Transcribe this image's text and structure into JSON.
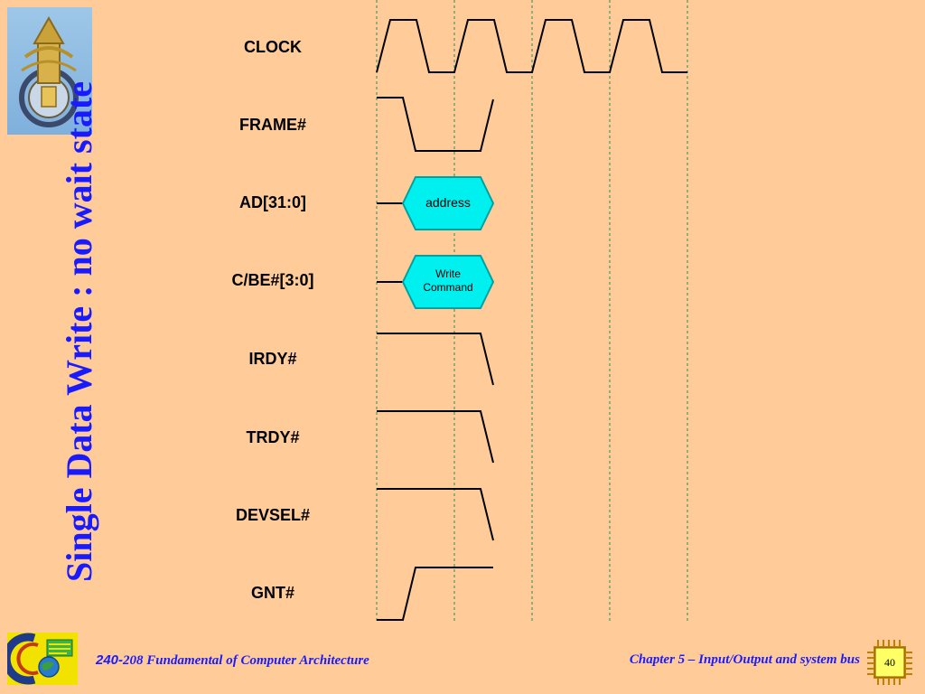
{
  "slide": {
    "title": "Single Data Write : no wait state",
    "page_number": "40"
  },
  "footer": {
    "course_number": "240-",
    "course_name": "208 Fundamental of Computer Architecture",
    "chapter": "Chapter 5 – Input/Output and system bus"
  },
  "signals": [
    {
      "name": "CLOCK"
    },
    {
      "name": "FRAME#"
    },
    {
      "name": "AD[31:0]",
      "bus_value": "address"
    },
    {
      "name": "C/BE#[3:0]",
      "bus_value_line1": "Write",
      "bus_value_line2": "Command"
    },
    {
      "name": "IRDY#"
    },
    {
      "name": "TRDY#"
    },
    {
      "name": "DEVSEL#"
    },
    {
      "name": "GNT#"
    }
  ],
  "colors": {
    "background": "#FFCC99",
    "title": "#1a1aff",
    "bus_fill": "#00F0F0",
    "bus_stroke": "#00A0A0",
    "clock_guides": "#2E8B57"
  },
  "icons": {
    "university_logo": "university-seal-icon",
    "course_logo": "chip-globe-logo-icon",
    "page_badge": "microchip-icon"
  }
}
